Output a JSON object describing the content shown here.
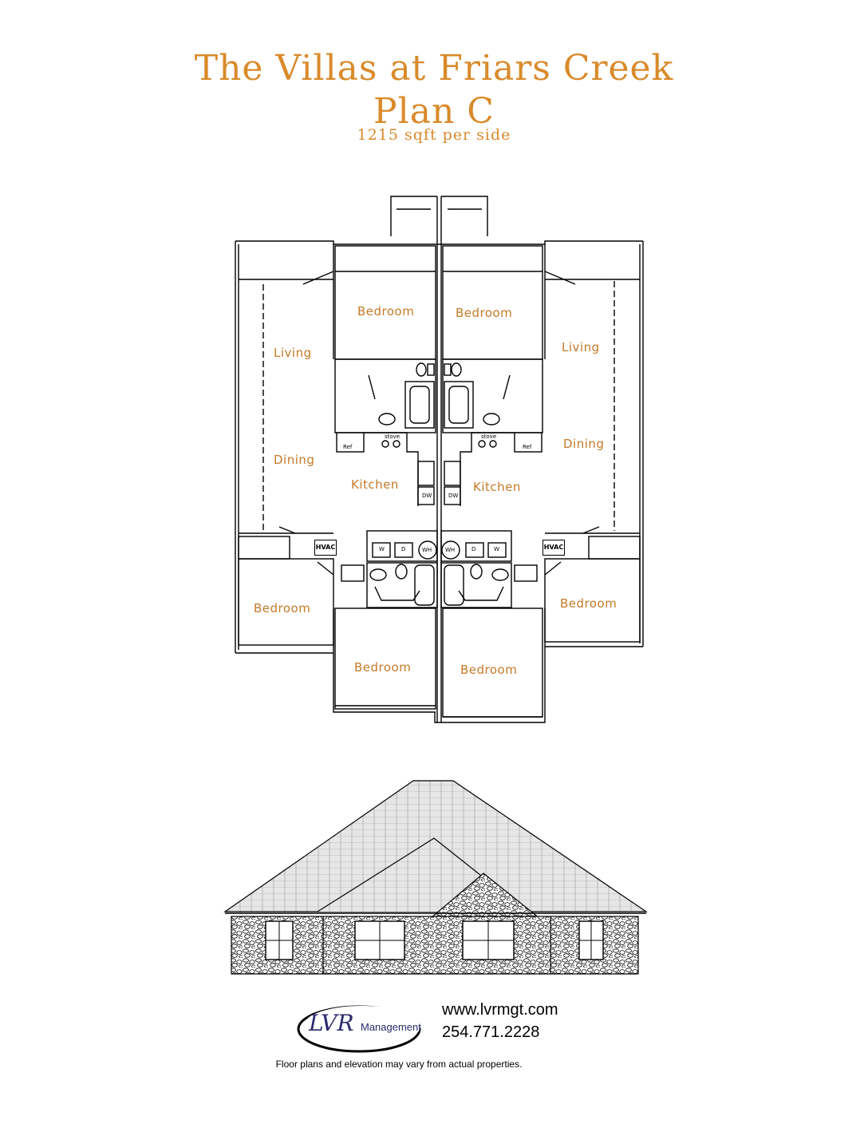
{
  "header": {
    "title_line1": "The Villas at Friars Creek",
    "title_line2": "Plan C",
    "subtitle": "1215 sqft per side"
  },
  "rooms": {
    "left_bedroom_top": "Bedroom",
    "right_bedroom_top": "Bedroom",
    "left_living": "Living",
    "right_living": "Living",
    "left_dining": "Dining",
    "right_dining": "Dining",
    "left_kitchen": "Kitchen",
    "right_kitchen": "Kitchen",
    "left_bedroom_side": "Bedroom",
    "right_bedroom_side": "Bedroom",
    "left_bedroom_bottom": "Bedroom",
    "right_bedroom_bottom": "Bedroom"
  },
  "fixtures": {
    "hvac": "HVAC",
    "washer": "W",
    "dryer": "D",
    "water_heater": "WH",
    "refrigerator": "Ref",
    "stove": "stove",
    "dishwasher": "DW"
  },
  "footer": {
    "logo_text": "LVR",
    "logo_sub": "Management",
    "website": "www.lvrmgt.com",
    "phone": "254.771.2228",
    "disclaimer": "Floor plans and elevation may vary from actual properties."
  },
  "colors": {
    "title": "#d98a2a",
    "room_label": "#c47a28",
    "logo": "#2c2a6e"
  }
}
